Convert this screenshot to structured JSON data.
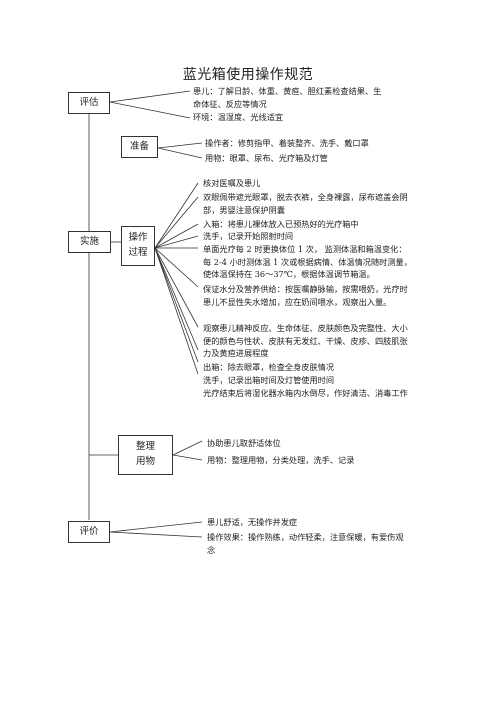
{
  "title": "蓝光箱使用操作规范",
  "nodes": {
    "assess": "评估",
    "prepare": "准备",
    "implement": "实施",
    "procedure_1": "操作",
    "procedure_2": "过程",
    "tidy_1": "整理",
    "tidy_2": "用物",
    "evaluate": "评价"
  },
  "assess_items": [
    "患儿：了解日龄、体重、黄疸、胆红素检查结果、生",
    "命体征、反应等情况",
    "环境：温湿度、光线适宜"
  ],
  "prepare_items": [
    "操作者：修剪指甲、着装整齐、洗手、戴口罩",
    "用物：眼罩、尿布、光疗箱及灯管"
  ],
  "procedure_items": [
    "核对医嘱及患儿",
    "双眼佩带遮光眼罩，脱去衣裤，全身裸露，尿布遮盖会阴",
    "部，男婴注意保护阴囊",
    "入箱：将患儿裸体放入已预热好的光疗箱中",
    "洗手，记录开始照射时间",
    "单面光疗每 2 时更换体位 1 次， 监测体温和箱温变化：",
    "每 2-4 小时测体温 1 次或根据病情、体温情况随时测量，",
    "使体温保持在 36～37℃，根据体温调节箱温。",
    "保证水分及营养供给：按医嘱静脉输，按需喂奶，光疗时",
    "患儿不显性失水增加，应在奶间喂水，观察出入量。",
    "观察患儿精神反应、生命体征、皮肤颜色及完整性、大小",
    "便的颜色与性状、皮肤有无发红、干燥、皮疹、四肢肌张",
    "力及黄疸进展程度",
    "出箱：除去眼罩，检查全身皮肤情况",
    "洗手，记录出箱时间及灯管使用时间",
    "光疗结束后将湿化器水箱内水倒尽，作好清洁、消毒工作"
  ],
  "tidy_items": [
    "协助患儿取舒适体位",
    "用物：整理用物，分类处理，洗手、记录"
  ],
  "evaluate_items": [
    "患儿舒适，无操作并发症",
    "操作效果：操作熟练，动作轻柔，注意保暖，有爱伤观",
    "念"
  ]
}
